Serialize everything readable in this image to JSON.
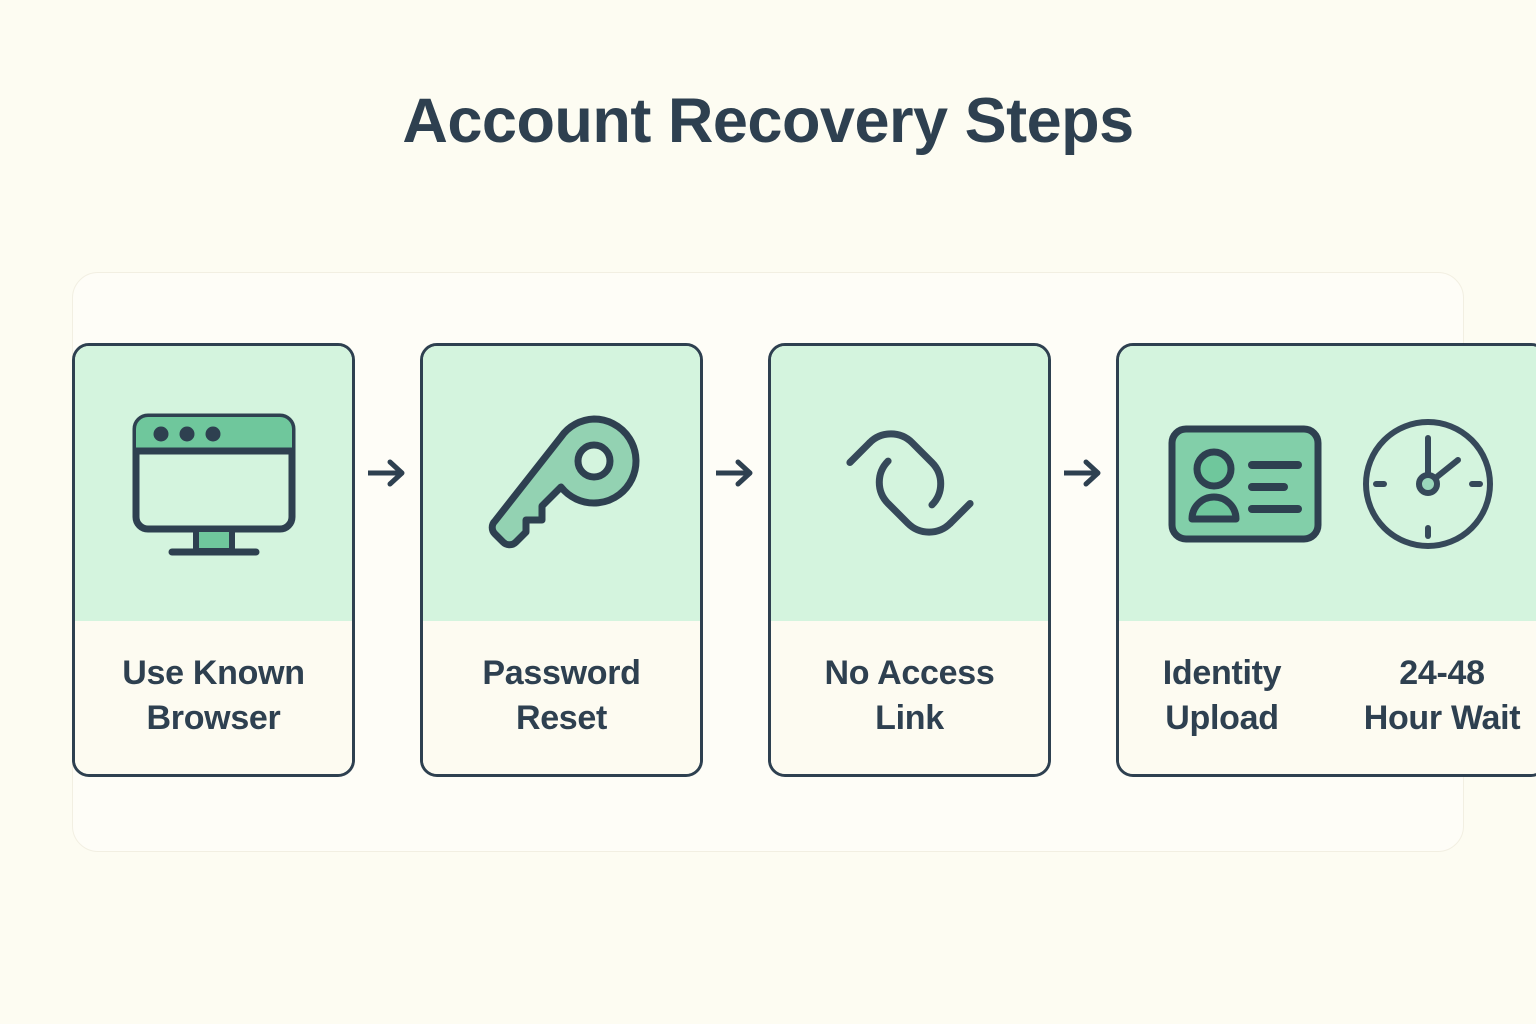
{
  "page": {
    "title": "Account Recovery Steps",
    "background_color": "#fdfcf2",
    "panel_color": "#fefdf7",
    "accent_green": "#d4f4de",
    "icon_green": "#7ecca6",
    "ink_color": "#2e4050"
  },
  "flow": {
    "arrow_icon": "arrow-right-icon",
    "steps": [
      {
        "id": "step-use-known-browser",
        "icon": "monitor-browser-window-icon",
        "caption": "Use Known\nBrowser",
        "width": "single"
      },
      {
        "id": "step-password-reset",
        "icon": "key-icon",
        "caption": "Password\nReset",
        "width": "single"
      },
      {
        "id": "step-no-access-link",
        "icon": "chain-link-icon",
        "caption": "No Access\nLink",
        "width": "single"
      },
      {
        "id": "step-identity-and-wait",
        "width": "double",
        "sub_items": [
          {
            "icon": "id-card-icon",
            "caption": "Identity\nUpload"
          },
          {
            "icon": "clock-icon",
            "caption": "24-48\nHour Wait"
          }
        ]
      }
    ]
  }
}
